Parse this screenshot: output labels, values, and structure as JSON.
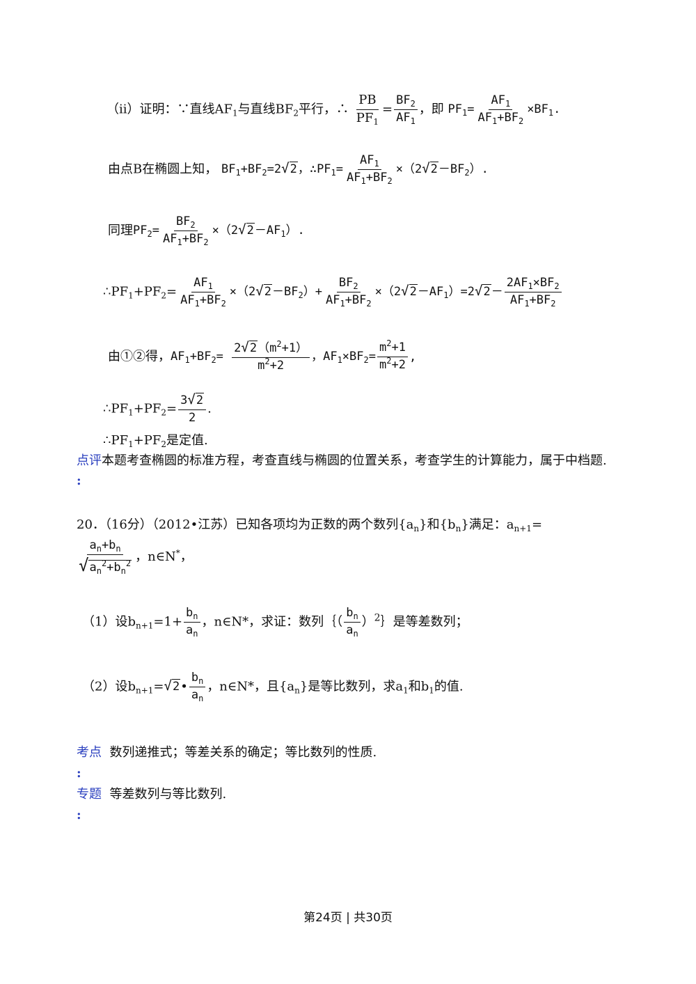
{
  "lines": {
    "l1_prefix": "（ii）证明：∵直线AF",
    "l1_mid": "与直线BF",
    "l1_suffix": "平行，∴",
    "l1_ji": "，即",
    "l2_prefix": "由点B在椭圆上知，",
    "l3_prefix": "同理",
    "l5_prefix": "由①②得，",
    "l7_text": "是定值."
  },
  "review": {
    "label": "点评",
    "text": "本题考查椭圆的标准方程，考查直线与椭圆的位置关系，考查学生的计算能力，属于中档题."
  },
  "problem20": {
    "head": "20．（16分）（2012•江苏）已知各项均为正数的两个数列{a",
    "head2": "}和{b",
    "head3": "}满足：a",
    "head4": "=",
    "cond": "，n∈N",
    "part1_a": "（1）设b",
    "part1_b": "=1+",
    "part1_c": "，n∈N*，求证：数列｛（",
    "part1_d": "）",
    "part1_e": "｝是等差数列；",
    "part2_a": "（2）设b",
    "part2_b": "=",
    "part2_c": "，n∈N*，且{a",
    "part2_d": "}是等比数列，求a",
    "part2_e": "和b",
    "part2_f": "的值."
  },
  "kaodian": {
    "label": "考点",
    "text": "数列递推式；等差关系的确定；等比数列的性质."
  },
  "zhuanti": {
    "label": "专题",
    "text": "等差数列与等比数列."
  },
  "footer": {
    "page": "第24页",
    "sep": "|",
    "total": "共30页"
  }
}
